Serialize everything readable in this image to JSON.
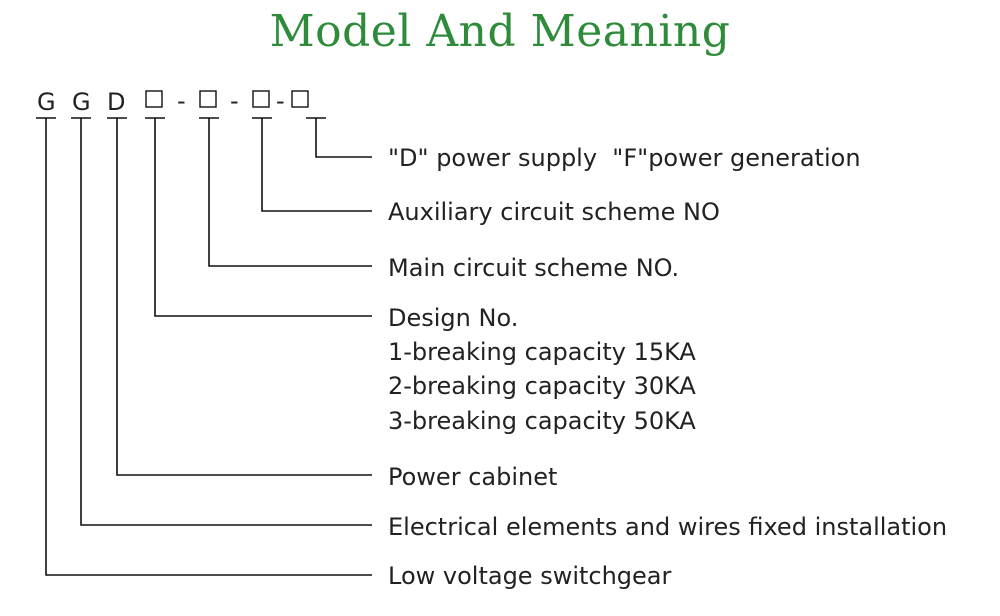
{
  "title": "Model And Meaning",
  "code": {
    "letters": [
      "G",
      "G",
      "D"
    ],
    "dash": "-"
  },
  "descriptions": [
    {
      "lines": [
        "\"D\" power supply  \"F\"power generation"
      ]
    },
    {
      "lines": [
        "Auxiliary circuit scheme NO"
      ]
    },
    {
      "lines": [
        "Main circuit scheme NO."
      ]
    },
    {
      "lines": [
        "Design No.",
        "1-breaking capacity 15KA",
        "2-breaking capacity 30KA",
        "3-breaking capacity 50KA"
      ]
    },
    {
      "lines": [
        "Power cabinet"
      ]
    },
    {
      "lines": [
        "Electrical elements and wires fixed installation"
      ]
    },
    {
      "lines": [
        "Low voltage switchgear"
      ]
    }
  ],
  "colors": {
    "title": "#2e8b3a",
    "text": "#222222",
    "lines": "#111111"
  }
}
